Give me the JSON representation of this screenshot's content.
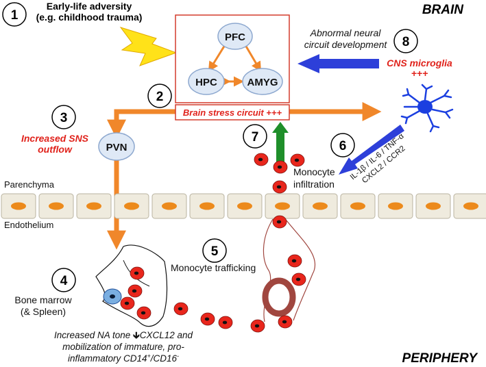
{
  "regions": {
    "top": "BRAIN",
    "bottom": "PERIPHERY"
  },
  "steps": {
    "s1": "1",
    "s2": "2",
    "s3": "3",
    "s4": "4",
    "s5": "5",
    "s6": "6",
    "s7": "7",
    "s8": "8"
  },
  "adversity": {
    "line1": "Early-life adversity",
    "line2": "(e.g. childhood trauma)"
  },
  "brain_nodes": {
    "pfc": "PFC",
    "hpc": "HPC",
    "amyg": "AMYG",
    "pvn": "PVN"
  },
  "stress_circuit": "Brain stress circuit +++",
  "sns": {
    "line1": "Increased SNS",
    "line2": "outflow"
  },
  "neural": {
    "line1": "Abnormal neural",
    "line2": "circuit development"
  },
  "microglia": {
    "line1": "CNS microglia",
    "line2": "+++"
  },
  "cytokines": {
    "line1": "IL-1β / IL-6 / TNF-α",
    "line2": "CXCL2 / CCR2"
  },
  "infiltration": {
    "line1": "Monocyte",
    "line2": "infiltration"
  },
  "layers": {
    "parenchyma": "Parenchyma",
    "endothelium": "Endothelium"
  },
  "trafficking": "Monocyte trafficking",
  "bone_marrow": {
    "line1": "Bone marrow",
    "line2": "(& Spleen)"
  },
  "caption": {
    "line1_a": "Increased NA tone ",
    "line1_b": "CXCL12 and",
    "line2": "mobilization of immature, pro-",
    "line3_a": "inflammatory CD14",
    "line3_sup1": "+",
    "line3_b": "/CD16",
    "line3_sup2": "-"
  },
  "colors": {
    "orange": "#f0872a",
    "blue_arrow": "#2d3fd9",
    "green_arrow": "#1f8f2a",
    "red_text": "#e0221b",
    "node_fill": "#dfe9f6",
    "node_stroke": "#8da8cf",
    "cell_red": "#e8261c",
    "microglia": "#1b3fe0",
    "barrier_fill": "#efebde",
    "barrier_nucleus": "#ec8a1c",
    "vessel_ring": "#a0463f",
    "bolt": "#ffe219"
  }
}
